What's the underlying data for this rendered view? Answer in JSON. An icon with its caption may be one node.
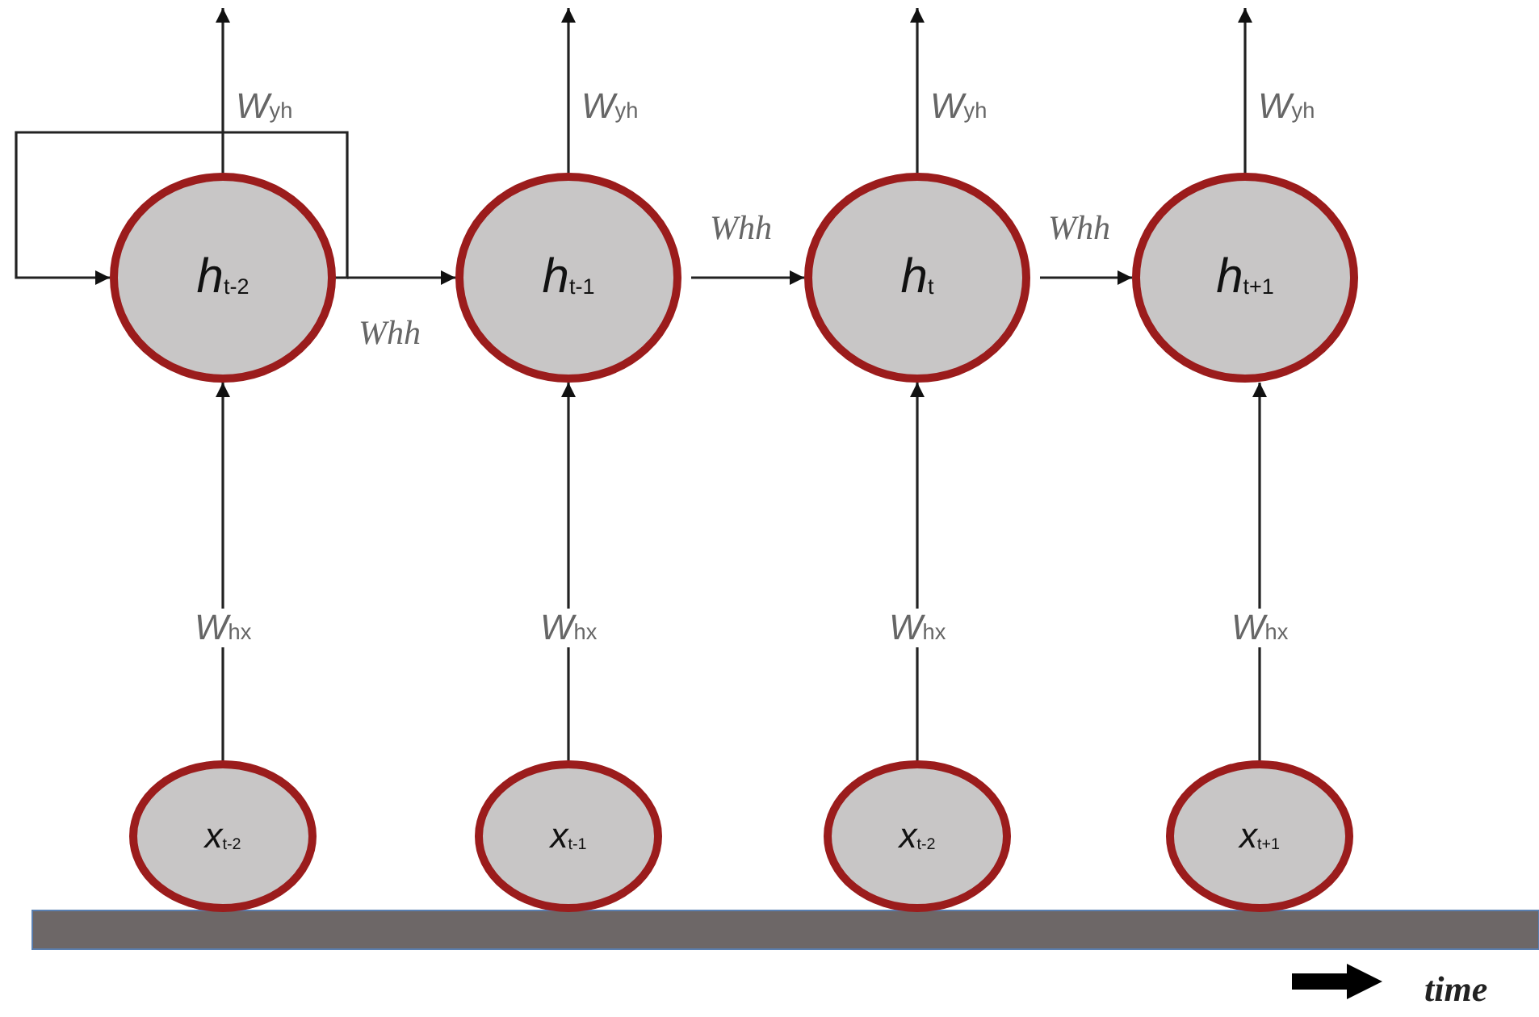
{
  "diagram": {
    "nodes": [
      {
        "text": [
          "h$_{t-2}$"
        ]
      },
      {
        "text": [
          "h$_{t-1}$"
        ]
      },
      {
        "text": [
          "h$_{t}$"
        ]
      },
      {
        "text": [
          "h$_{t+1}$"
        ]
      },
      {
        "text": [
          "x$_{t-2}$"
        ]
      },
      {
        "text": [
          "x$_{t-1}$"
        ]
      },
      {
        "text": [
          "x$_{t-2}$"
        ]
      },
      {
        "text": [
          "x$_{t+1}$"
        ]
      }
    ],
    "edges": [
      {
        "from": 0,
        "to": null,
        "arrow": "to",
        "label": "W$_{yh}$"
      },
      {
        "from": 1,
        "to": null,
        "arrow": "to",
        "label": "W$_{yh}$"
      },
      {
        "from": 2,
        "to": null,
        "arrow": "to",
        "label": "W$_{yh}$"
      },
      {
        "from": 3,
        "to": null,
        "arrow": "to",
        "label": "W$_{yh}$"
      },
      {
        "from": 0,
        "to": 0,
        "arrow": "to"
      },
      {
        "from": 0,
        "to": 1,
        "arrow": "to",
        "label": "Whh"
      },
      {
        "from": 1,
        "to": 2,
        "arrow": "to",
        "label": "Whh"
      },
      {
        "from": 2,
        "to": 3,
        "arrow": "to",
        "label": "Whh"
      },
      {
        "from": 4,
        "to": 0,
        "arrow": "to",
        "label": "W$_{hx}$"
      },
      {
        "from": 5,
        "to": 1,
        "arrow": "to",
        "label": "W$_{hx}$"
      },
      {
        "from": 6,
        "to": 2,
        "arrow": "to",
        "label": "W$_{hx}$"
      },
      {
        "from": 7,
        "to": 3,
        "arrow": "to",
        "label": "W$_{hx}$"
      }
    ],
    "labels": [
      "time"
    ]
  }
}
